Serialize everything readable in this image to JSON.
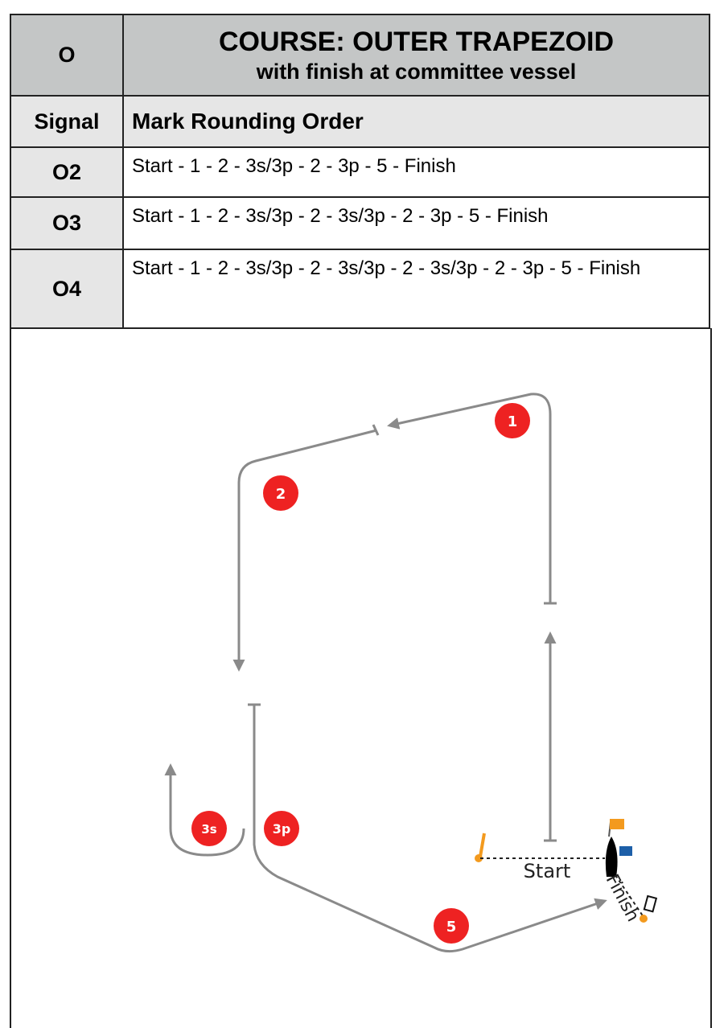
{
  "header": {
    "code": "O",
    "title": "COURSE: OUTER TRAPEZOID",
    "subtitle": "with finish at committee vessel"
  },
  "columns": {
    "signal": "Signal",
    "order": "Mark Rounding Order"
  },
  "rows": [
    {
      "signal": "O2",
      "order": "Start - 1 - 2 - 3s/3p - 2 - 3p - 5 - Finish"
    },
    {
      "signal": "O3",
      "order": "Start - 1 - 2 - 3s/3p - 2 - 3s/3p - 2 - 3p - 5 - Finish"
    },
    {
      "signal": "O4",
      "order": "Start - 1 - 2 - 3s/3p - 2 - 3s/3p - 2 - 3s/3p - 2 - 3p - 5 - Finish"
    }
  ],
  "diagram": {
    "marks": [
      "1",
      "2",
      "3s",
      "3p",
      "5"
    ],
    "start_label": "Start",
    "finish_label": "Finish",
    "colors": {
      "mark": "#ee2222",
      "course": "#8a8a8a",
      "flag_orange": "#f39a1e",
      "flag_blue": "#1d5fa8"
    }
  }
}
